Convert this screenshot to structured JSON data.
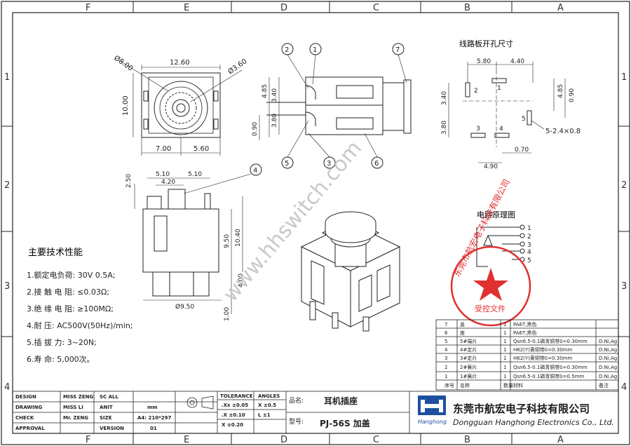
{
  "grid": {
    "columns_top": [
      "F",
      "E",
      "D",
      "C",
      "B",
      "A"
    ],
    "columns_bottom": [
      "F",
      "E",
      "D",
      "C",
      "B",
      "A"
    ],
    "rows_left": [
      "1",
      "2",
      "3",
      "4"
    ],
    "rows_right": [
      "1",
      "2",
      "3",
      "4"
    ]
  },
  "front_view": {
    "dia_left": "Ø8.00",
    "dia_right": "Ø3.60",
    "width_top": "12.60",
    "height_left": "10.00",
    "bottom_left": "7.00",
    "bottom_right": "5.60"
  },
  "side_view": {
    "callouts": [
      "2",
      "1",
      "7",
      "5",
      "3",
      "6"
    ],
    "dim_485": "4.85",
    "dim_340": "3.40",
    "dim_380": "3.80",
    "dim_090": "0.90"
  },
  "pcb_layout": {
    "title": "线路板开孔尺寸",
    "dim_580": "5.80",
    "dim_440": "4.40",
    "dim_340": "3.40",
    "dim_380": "3.80",
    "dim_485": "4.85",
    "dim_090": "0.90",
    "dim_070": "0.70",
    "dim_490": "4.90",
    "slot": "5-2.4×0.8",
    "pins": [
      "1",
      "2",
      "3",
      "4",
      "5"
    ]
  },
  "elevation": {
    "callout": "4",
    "dim_510a": "5.10",
    "dim_510b": "5.10",
    "dim_420": "4.20",
    "dim_250": "2.50",
    "dim_950": "9.50",
    "dim_1040": "10.40",
    "dim_400": "4.00",
    "dim_100": "1.00",
    "dia_base": "Ø9.50"
  },
  "specs": {
    "title": "主要技术性能",
    "items": [
      "1.额定电负荷:  30V 0.5A;",
      "2.接 触 电 阻: ≤0.03Ω;",
      "3.绝 缘 电 阻: ≥100MΩ;",
      "4.耐       压: AC500V(50Hz)/min;",
      "5.插    拔  力: 3~20N;",
      "6.寿       命: 5,000次。"
    ]
  },
  "schematic": {
    "title": "电路原理图",
    "pins": [
      "1",
      "2",
      "3",
      "4",
      "5"
    ]
  },
  "watermark": "www.hhswitch.com",
  "stamp": {
    "text": "东莞市航宏电子科技有限公司",
    "sub": "受控文件"
  },
  "bom": {
    "rows": [
      {
        "no": "7",
        "name": "盖",
        "qty": "1",
        "mat": "PA6T,黑色",
        "fin": ""
      },
      {
        "no": "6",
        "name": "座",
        "qty": "1",
        "mat": "PA6T,黑色",
        "fin": ""
      },
      {
        "no": "5",
        "name": "5#端片",
        "qty": "1",
        "mat": "Qsn6.5-0.1磷青铜带δ=0.30mm",
        "fin": "D.Ni,Ag"
      },
      {
        "no": "4",
        "name": "4#定片",
        "qty": "1",
        "mat": "H62(Y)黄铜带δ=0.30mm",
        "fin": "D.Ni,Ag"
      },
      {
        "no": "3",
        "name": "3#定片",
        "qty": "1",
        "mat": "H62(Y)黄铜带δ=0.30mm",
        "fin": "D.Ni,Ag"
      },
      {
        "no": "2",
        "name": "2#簧片",
        "qty": "1",
        "mat": "Qsn6.5-0.1磷青铜带δ=0.30mm",
        "fin": "D.Ni,Ag"
      },
      {
        "no": "1",
        "name": "1#簧片",
        "qty": "1",
        "mat": "Qsn6.5-0.1磷青铜带δ=0.5mm",
        "fin": "D.Ni,Ag"
      }
    ],
    "header": {
      "no": "序号",
      "name": "名称",
      "qty": "数量",
      "mat": "材料",
      "fin": "备注"
    }
  },
  "title_block": {
    "design": "DESIGN",
    "design_name": "MISS ZENG",
    "drawing": "DRAWING",
    "drawing_name": "MISS LI",
    "check": "CHECK",
    "check_name": "Mr. ZENG",
    "approval": "APPROVAL",
    "sc": "SC ALL",
    "unit": "ANIT",
    "unit_val": "mm",
    "size": "SIZE",
    "size_val": "A4: 210*297",
    "version": "VERSION",
    "version_val": "01",
    "tolerance": "TOLERANCE",
    "angles": "ANGLES",
    "tol1": ".Xx  ±0.05",
    "ang1": "X  ±0.5",
    "tol2": ".X  ±0.10",
    "ang2": "L  ±1",
    "tol3": "X  ±0.20",
    "pname_label": "品名:",
    "pname": "耳机插座",
    "model_label": "型号:",
    "model": "PJ-56S 加盖",
    "company_cn": "东莞市航宏电子科技有限公司",
    "company_en": "Dongguan Hanghong Electronics Co., Ltd.",
    "logo_text": "Hanghong"
  }
}
